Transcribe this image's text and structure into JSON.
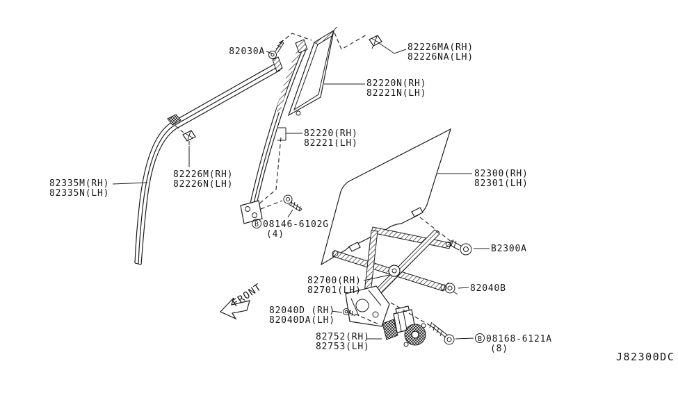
{
  "diagram": {
    "code": "J82300DC",
    "front_label": "FRONT"
  },
  "labels": {
    "l82030A": {
      "text": "82030A"
    },
    "l82226MA": {
      "rh": "82226MA(RH)",
      "lh": "82226NA(LH)"
    },
    "l82220N": {
      "rh": "82220N(RH)",
      "lh": "82221N(LH)"
    },
    "l82220": {
      "rh": "82220(RH)",
      "lh": "82221(LH)"
    },
    "l82226M": {
      "rh": "82226M(RH)",
      "lh": "82226N(LH)"
    },
    "l82335M": {
      "rh": "82335M(RH)",
      "lh": "82335N(LH)"
    },
    "b08146": {
      "prefix": "B",
      "number": "08146-6102G",
      "qty": "(4)"
    },
    "l82300": {
      "rh": "82300(RH)",
      "lh": "82301(LH)"
    },
    "lB2300A": {
      "text": "B2300A"
    },
    "l82700": {
      "rh": "82700(RH)",
      "lh": "82701(LH)"
    },
    "l82040B": {
      "text": "82040B"
    },
    "l82040D": {
      "rh": "82040D (RH)",
      "lh": "82040DA(LH)"
    },
    "l82752": {
      "rh": "82752(RH)",
      "lh": "82753(LH)"
    },
    "b08168": {
      "prefix": "B",
      "number": "08168-6121A",
      "qty": "(8)"
    }
  },
  "colors": {
    "line": "#1c1c1c",
    "background": "#ffffff"
  }
}
